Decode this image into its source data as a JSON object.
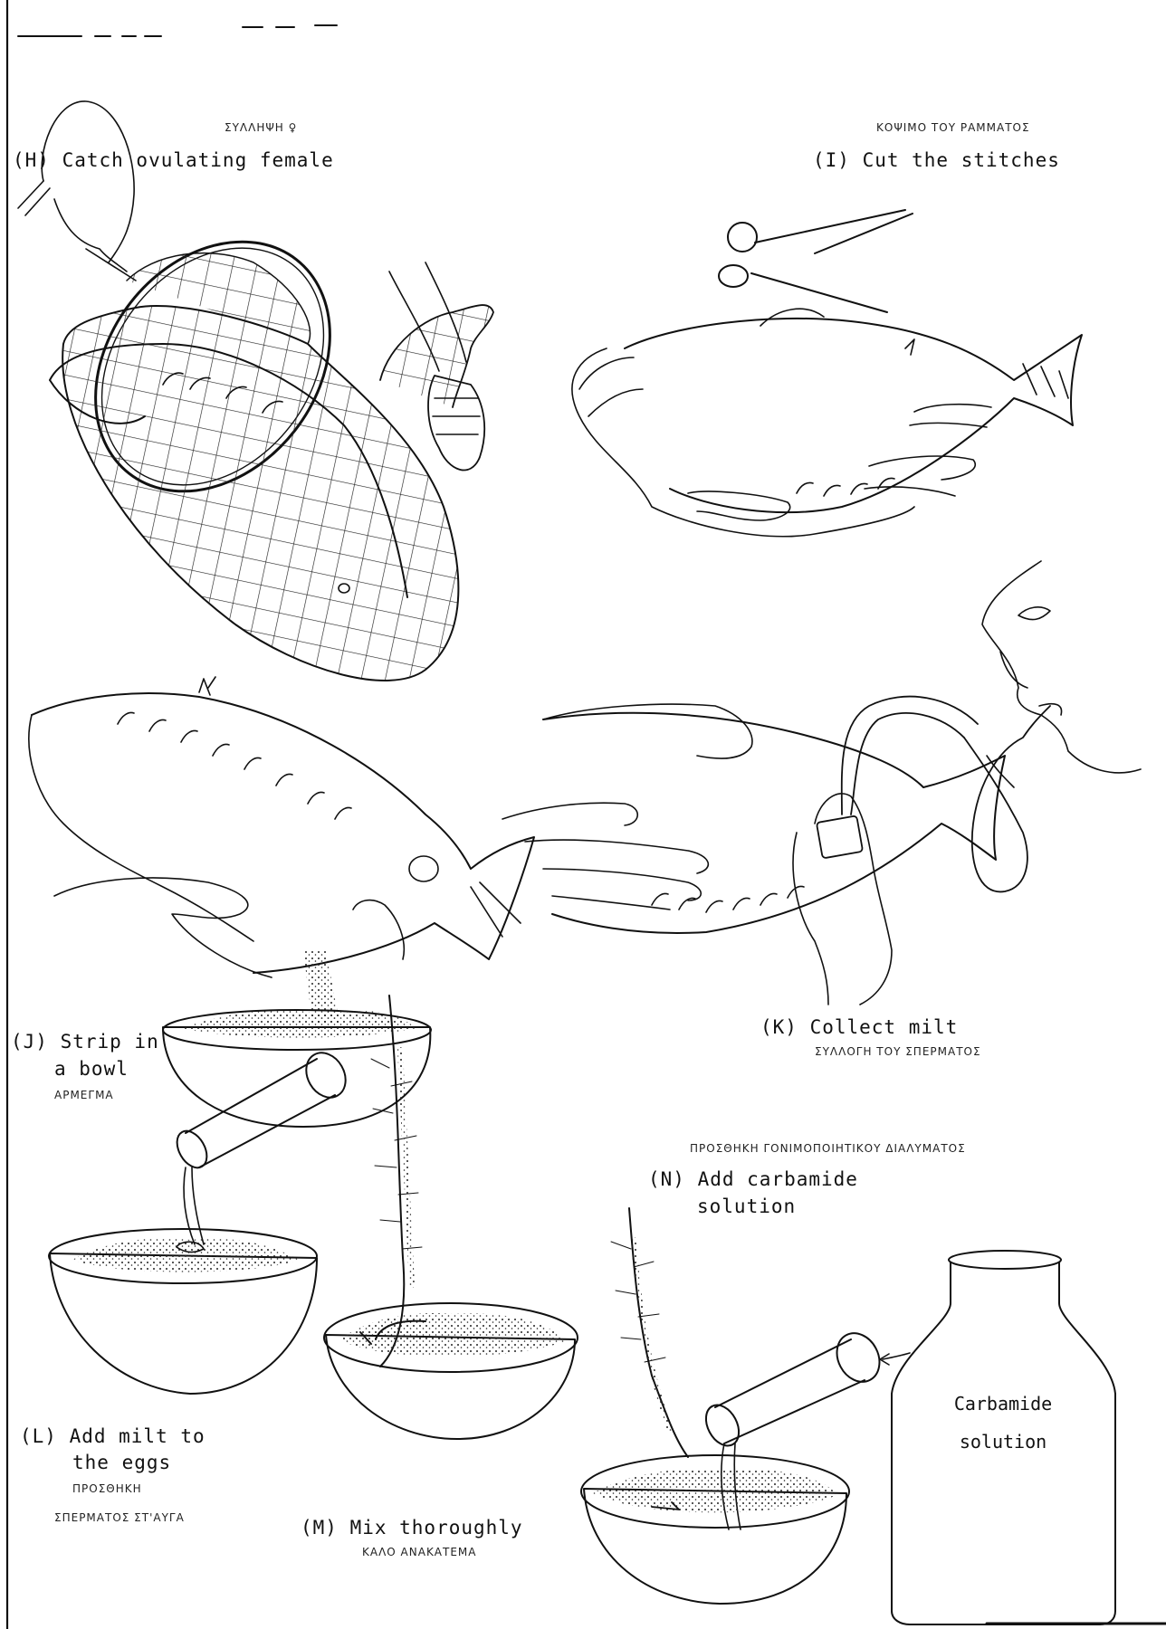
{
  "panels": {
    "H": {
      "caption": "(H) Catch ovulating female",
      "greek": "ΣΥΛΛΗΨΗ ♀"
    },
    "I": {
      "caption": "(I) Cut the stitches",
      "greek": "ΚΟΨΙΜΟ ΤΟΥ ΡΑΜΜΑΤΟΣ"
    },
    "J": {
      "caption_line1": "(J) Strip in",
      "caption_line2": "a bowl",
      "greek": "ΑΡΜΕΓΜΑ"
    },
    "K": {
      "caption": "(K) Collect milt",
      "greek": "ΣΥΛΛΟΓΗ ΤΟΥ ΣΠΕΡΜΑΤΟΣ"
    },
    "L": {
      "caption_line1": "(L) Add milt to",
      "caption_line2": "the eggs",
      "greek_line1": "ΠΡΟΣΘΗΚΗ",
      "greek_line2": "ΣΠΕΡΜΑΤΟΣ ΣΤ'ΑΥΓΑ"
    },
    "M": {
      "caption": "(M) Mix thoroughly",
      "greek": "ΚΑΛΟ ΑΝΑΚΑΤΕΜΑ"
    },
    "N": {
      "caption_line1": "(N) Add carbamide",
      "caption_line2": "solution",
      "greek": "ΠΡΟΣΘΗΚΗ ΓΟΝΙΜΟΠΟΙΗΤΙΚΟΥ ΔΙΑΛΥΜΑΤΟΣ"
    }
  },
  "bottle": {
    "label_line1": "Carbamide",
    "label_line2": "solution"
  },
  "colors": {
    "ink": "#111111",
    "paper": "#ffffff"
  }
}
